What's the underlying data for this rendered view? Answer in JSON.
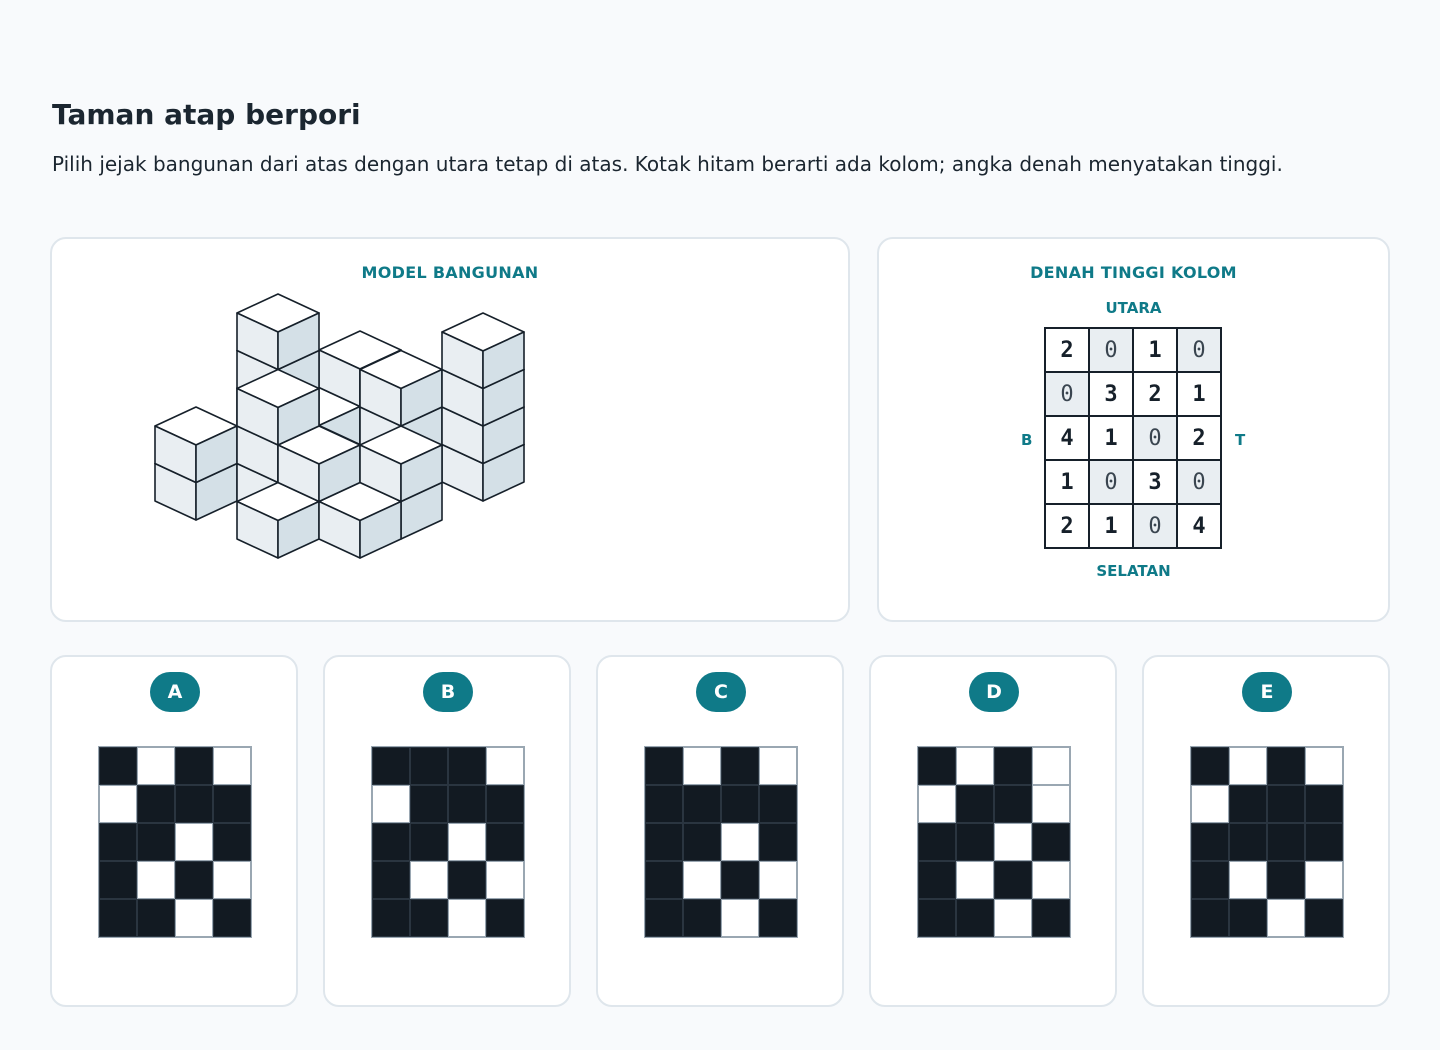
{
  "page": {
    "title": "Taman atap berpori",
    "instructions": "Pilih jejak bangunan dari atas dengan utara tetap di atas. Kotak hitam berarti ada kolom; angka denah menyatakan tinggi."
  },
  "model_panel": {
    "heading": "MODEL BANGUNAN"
  },
  "plan_panel": {
    "heading": "DENAH TINGGI KOLOM",
    "north": "UTARA",
    "south": "SELATAN",
    "west": "B",
    "east": "T",
    "heights": [
      [
        "2",
        "0",
        "1",
        "0"
      ],
      [
        "0",
        "3",
        "2",
        "1"
      ],
      [
        "4",
        "1",
        "0",
        "2"
      ],
      [
        "1",
        "0",
        "3",
        "0"
      ],
      [
        "2",
        "1",
        "0",
        "4"
      ]
    ]
  },
  "options": [
    {
      "label": "A",
      "grid": [
        [
          1,
          0,
          1,
          0
        ],
        [
          0,
          1,
          1,
          1
        ],
        [
          1,
          1,
          0,
          1
        ],
        [
          1,
          0,
          1,
          0
        ],
        [
          1,
          1,
          0,
          1
        ]
      ]
    },
    {
      "label": "B",
      "grid": [
        [
          1,
          1,
          1,
          0
        ],
        [
          0,
          1,
          1,
          1
        ],
        [
          1,
          1,
          0,
          1
        ],
        [
          1,
          0,
          1,
          0
        ],
        [
          1,
          1,
          0,
          1
        ]
      ]
    },
    {
      "label": "C",
      "grid": [
        [
          1,
          0,
          1,
          0
        ],
        [
          1,
          1,
          1,
          1
        ],
        [
          1,
          1,
          0,
          1
        ],
        [
          1,
          0,
          1,
          0
        ],
        [
          1,
          1,
          0,
          1
        ]
      ]
    },
    {
      "label": "D",
      "grid": [
        [
          1,
          0,
          1,
          0
        ],
        [
          0,
          1,
          1,
          0
        ],
        [
          1,
          1,
          0,
          1
        ],
        [
          1,
          0,
          1,
          0
        ],
        [
          1,
          1,
          0,
          1
        ]
      ]
    },
    {
      "label": "E",
      "grid": [
        [
          1,
          0,
          1,
          0
        ],
        [
          0,
          1,
          1,
          1
        ],
        [
          1,
          1,
          1,
          1
        ],
        [
          1,
          0,
          1,
          0
        ],
        [
          1,
          1,
          0,
          1
        ]
      ]
    }
  ],
  "colors": {
    "accent": "#0f7a88",
    "filled": "#121a22",
    "cube_face": "#e9eef2"
  }
}
